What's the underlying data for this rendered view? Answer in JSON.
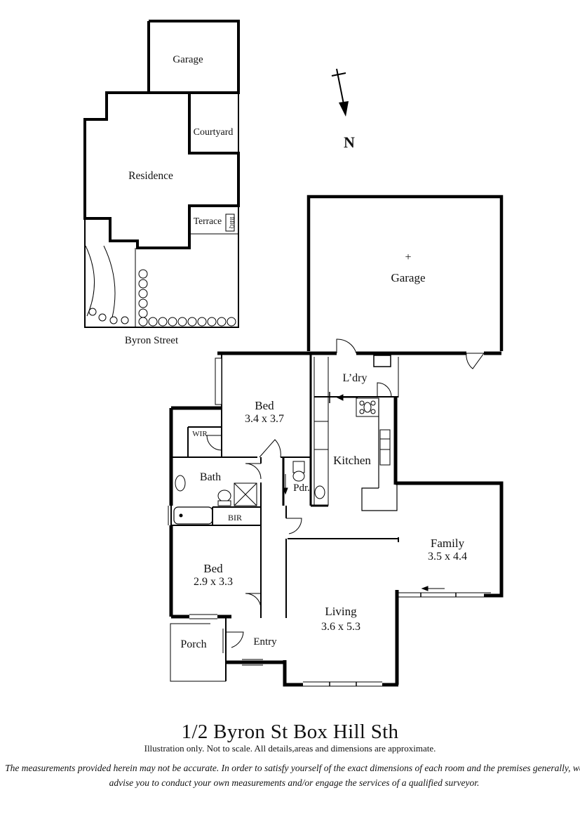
{
  "site_plan": {
    "garage": "Garage",
    "courtyard": "Courtyard",
    "residence": "Residence",
    "terrace": "Terrace",
    "bbq": "BBQ",
    "street": "Byron Street"
  },
  "compass": {
    "label": "N"
  },
  "rooms": {
    "garage": {
      "name": "Garage",
      "marker": "+"
    },
    "laundry": {
      "name": "L’dry"
    },
    "bed1": {
      "name": "Bed",
      "size": "3.4 x 3.7"
    },
    "wir": {
      "name": "WIR"
    },
    "kitchen": {
      "name": "Kitchen"
    },
    "bath": {
      "name": "Bath"
    },
    "pdr": {
      "name": "Pdr."
    },
    "bir": {
      "name": "BIR"
    },
    "family": {
      "name": "Family",
      "size": "3.5 x 4.4"
    },
    "bed2": {
      "name": "Bed",
      "size": "2.9 x 3.3"
    },
    "living": {
      "name": "Living",
      "size": "3.6 x 5.3"
    },
    "porch": {
      "name": "Porch"
    },
    "entry": {
      "name": "Entry"
    }
  },
  "footer": {
    "title": "1/2 Byron St Box Hill Sth",
    "note": "Illustration only. Not to scale. All details,areas and dimensions are approximate.",
    "disclaimer": "The measurements provided herein may not be accurate. In order to satisfy yourself of the exact dimensions of each room and the premises generally, we advise you to conduct your own measurements and/or engage the services of a qualified surveyor."
  }
}
